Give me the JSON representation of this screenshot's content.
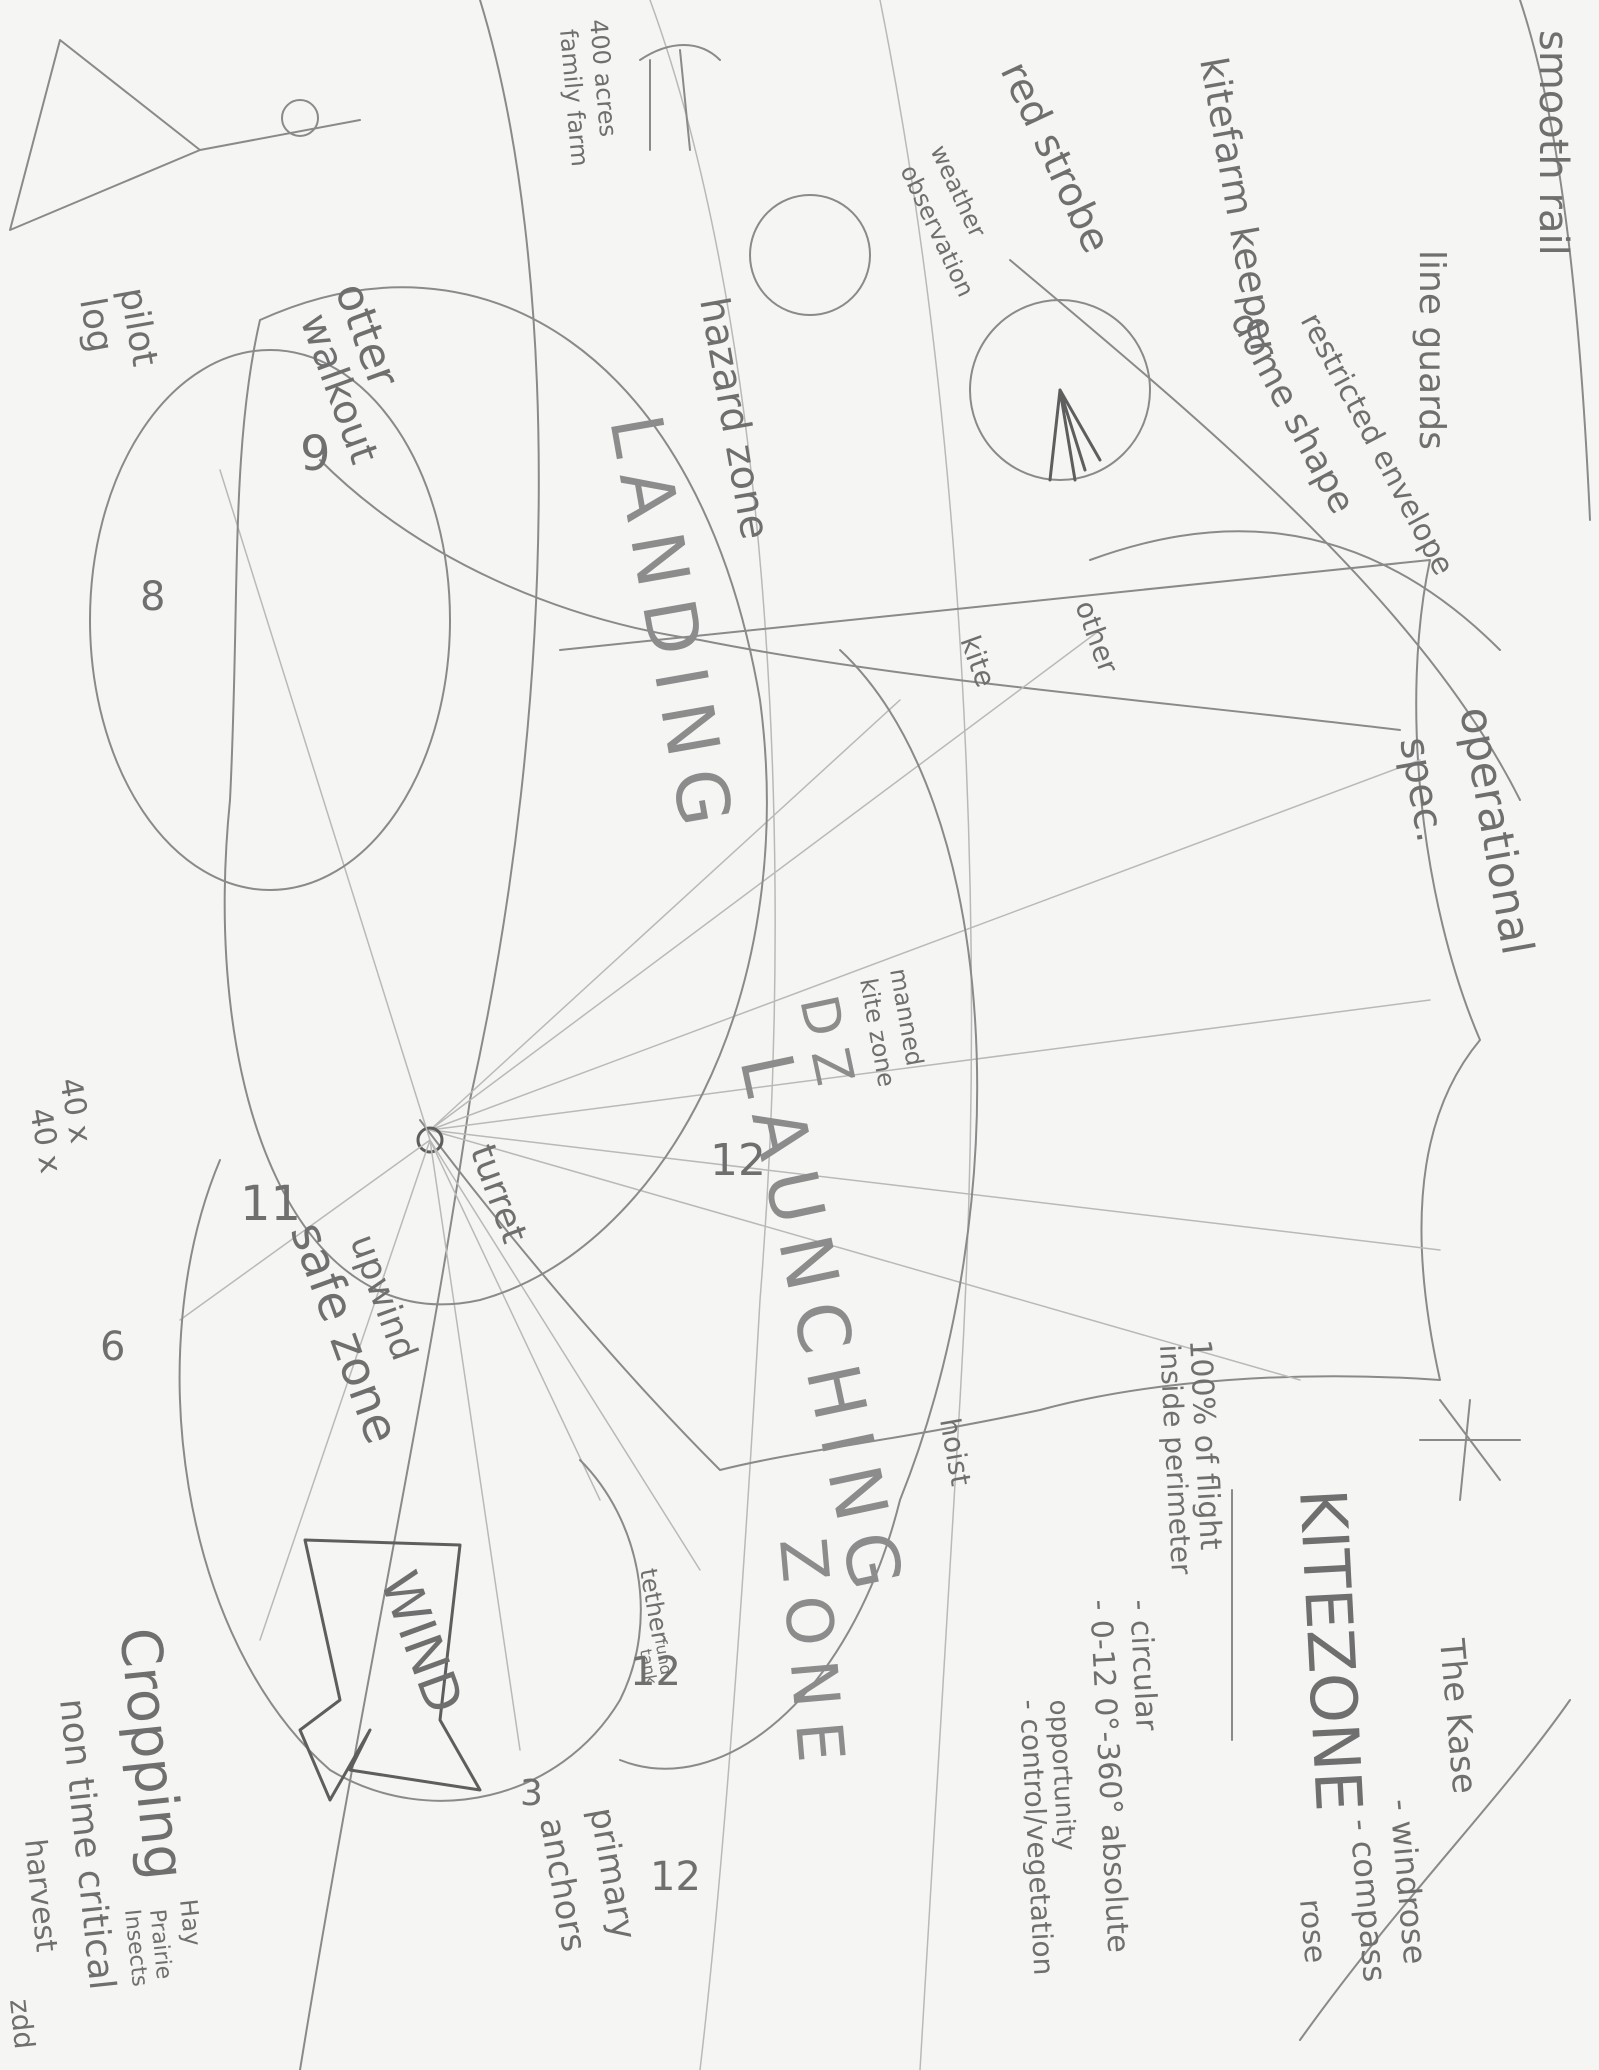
{
  "notes": {
    "top_right": [
      "smooth rail",
      "line guards",
      "restricted envelope",
      "dome shape"
    ],
    "kitefarm_keeper": "kitefarm keeper",
    "acres": [
      "400 acres",
      "family farm"
    ],
    "red_strobe": "red strobe",
    "weather_observation": [
      "weather",
      "observation"
    ],
    "hazard_zone": "hazard zone",
    "otter_walkout": [
      "otter",
      "walkout"
    ],
    "otter_kite": [
      "other",
      "kite"
    ],
    "operational_spec": [
      "operational",
      "spec."
    ],
    "landing": "LANDING",
    "dz": "DZ",
    "launching": "LAUNCHING",
    "zone": "ZONE",
    "manned": [
      "manned",
      "kite zone"
    ],
    "turret": "turret",
    "upwind_safe_zone": [
      "upwind",
      "safe zone"
    ],
    "wind": "WIND",
    "hoist": "hoist",
    "tether": "tether",
    "primary_anchors": [
      "primary",
      "anchors"
    ],
    "num_12_a": "12",
    "num_12_b": "12",
    "num_12_c": "12",
    "num_8": "8",
    "num_9": "9",
    "num_11": "11",
    "num_3": "3",
    "num_6": "6",
    "num_40": [
      "40 x",
      "40 x"
    ],
    "pilot_log": [
      "pilot",
      "log"
    ],
    "kitezone": "KITEZONE",
    "kitezone_notes": [
      "100% of flight",
      "inside perimeter",
      "- circular",
      "- 0-12  0°-360° absolute",
      "  opportunity",
      "- control/vegetation"
    ],
    "the_kase": "The Kase",
    "windrose": [
      "- windrose",
      "- compass",
      "rose"
    ],
    "cropping": [
      "Cropping",
      "non time critical",
      "harvest"
    ],
    "crop_small": [
      "Hay",
      "Prairie",
      "Insects"
    ],
    "corner": "zdd",
    "tiny_labels": [
      "fund",
      "tank"
    ]
  }
}
